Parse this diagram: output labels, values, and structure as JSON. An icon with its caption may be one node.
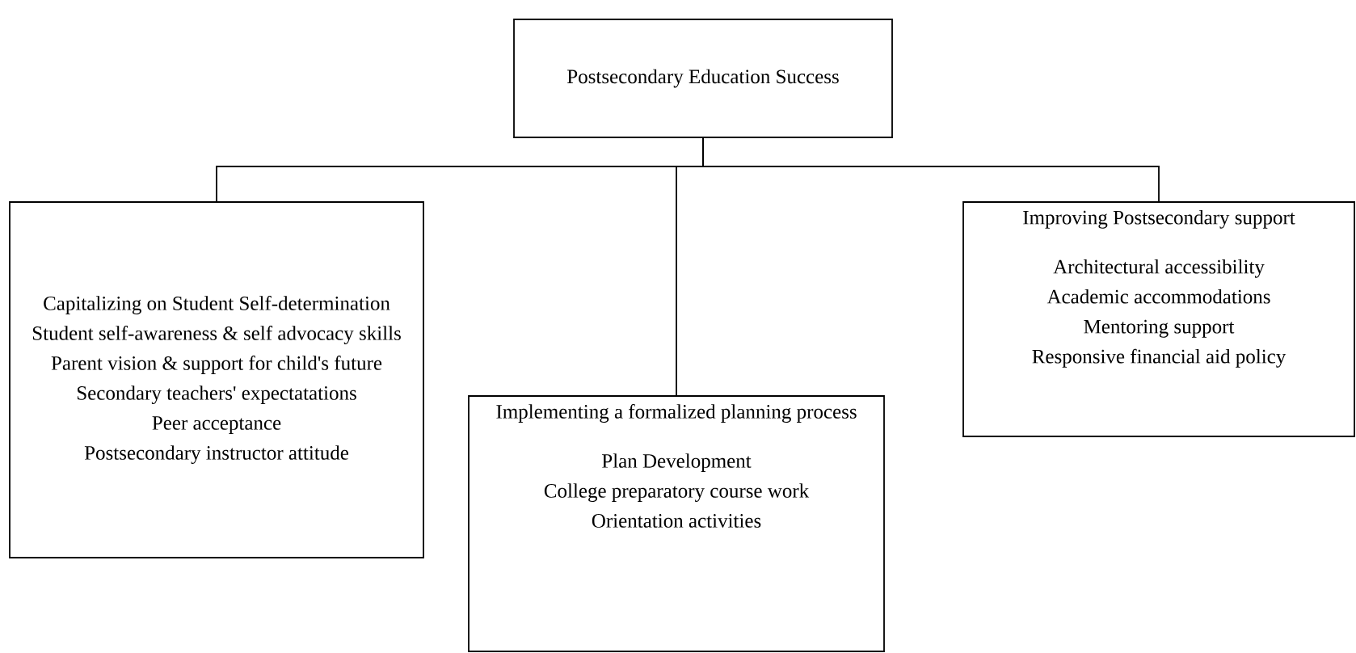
{
  "diagram": {
    "nodes": [
      {
        "text": [
          "Postsecondary Education Success"
        ]
      },
      {
        "text": [
          "Capitalizing on Student Self-determination",
          "Student self-awareness & self advocacy skills",
          "Parent vision & support for child's future",
          "Secondary teachers' expectatations",
          "Peer acceptance",
          "Postsecondary instructor attitude"
        ]
      },
      {
        "text": [
          "Implementing a formalized planning process",
          "Plan Development",
          "College preparatory course work",
          "Orientation activities"
        ]
      },
      {
        "text": [
          "Improving Postsecondary support",
          "Architectural accessibility",
          "Academic accommodations",
          "Mentoring support",
          "Responsive financial aid policy"
        ]
      }
    ],
    "edges": [
      {
        "from": 0,
        "to": 1,
        "arrow": "none"
      },
      {
        "from": 0,
        "to": 2,
        "arrow": "none"
      },
      {
        "from": 0,
        "to": 3,
        "arrow": "none"
      }
    ]
  }
}
